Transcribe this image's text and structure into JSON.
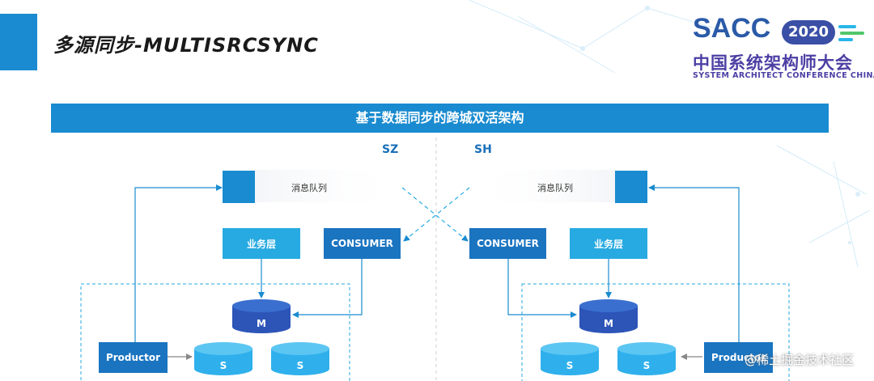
{
  "header": {
    "title": "多源同步-MULTISRCSYNC"
  },
  "logo": {
    "brand": "SACC",
    "year": "2020",
    "cn_name": "中国系统架构师大会",
    "en_name": "SYSTEM ARCHITECT CONFERENCE CHINA"
  },
  "diagram": {
    "banner": "基于数据同步的跨城双活架构",
    "left_region": "SZ",
    "right_region": "SH",
    "left": {
      "queue": "消息队列",
      "business": "业务层",
      "consumer": "CONSUMER",
      "master": "M",
      "producer": "Productor",
      "slave1": "S",
      "slave2": "S"
    },
    "right": {
      "queue": "消息队列",
      "business": "业务层",
      "consumer": "CONSUMER",
      "master": "M",
      "producer": "Productor",
      "slave1": "S",
      "slave2": "S"
    }
  },
  "watermark": "@稀土掘金技术社区",
  "colors": {
    "primary": "#1a8bd0",
    "light_box": "#27aae1",
    "dark_box": "#1a74c0",
    "master_db": "#2d55b8",
    "slave_db": "#2fb0ec"
  }
}
